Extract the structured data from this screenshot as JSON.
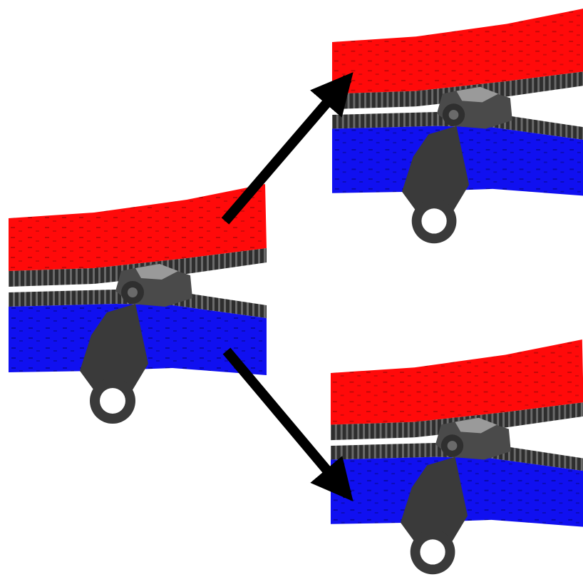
{
  "figure": {
    "panels": [
      {
        "id": "main",
        "role": "source"
      },
      {
        "id": "top-right",
        "role": "result"
      },
      {
        "id": "bottom-right",
        "role": "result"
      }
    ],
    "arrows": [
      {
        "from": "main",
        "to": "top-right"
      },
      {
        "from": "main",
        "to": "bottom-right"
      }
    ]
  },
  "colors": {
    "red_tape": "#ff0a0a",
    "blue_tape": "#1010f0",
    "teeth": "#3c3c3c",
    "slider": "#4a4a4a",
    "slider_highlight": "#9a9a9a",
    "pull_tab": "#3a3a3a",
    "arrow": "#000000",
    "background": "#ffffff"
  }
}
